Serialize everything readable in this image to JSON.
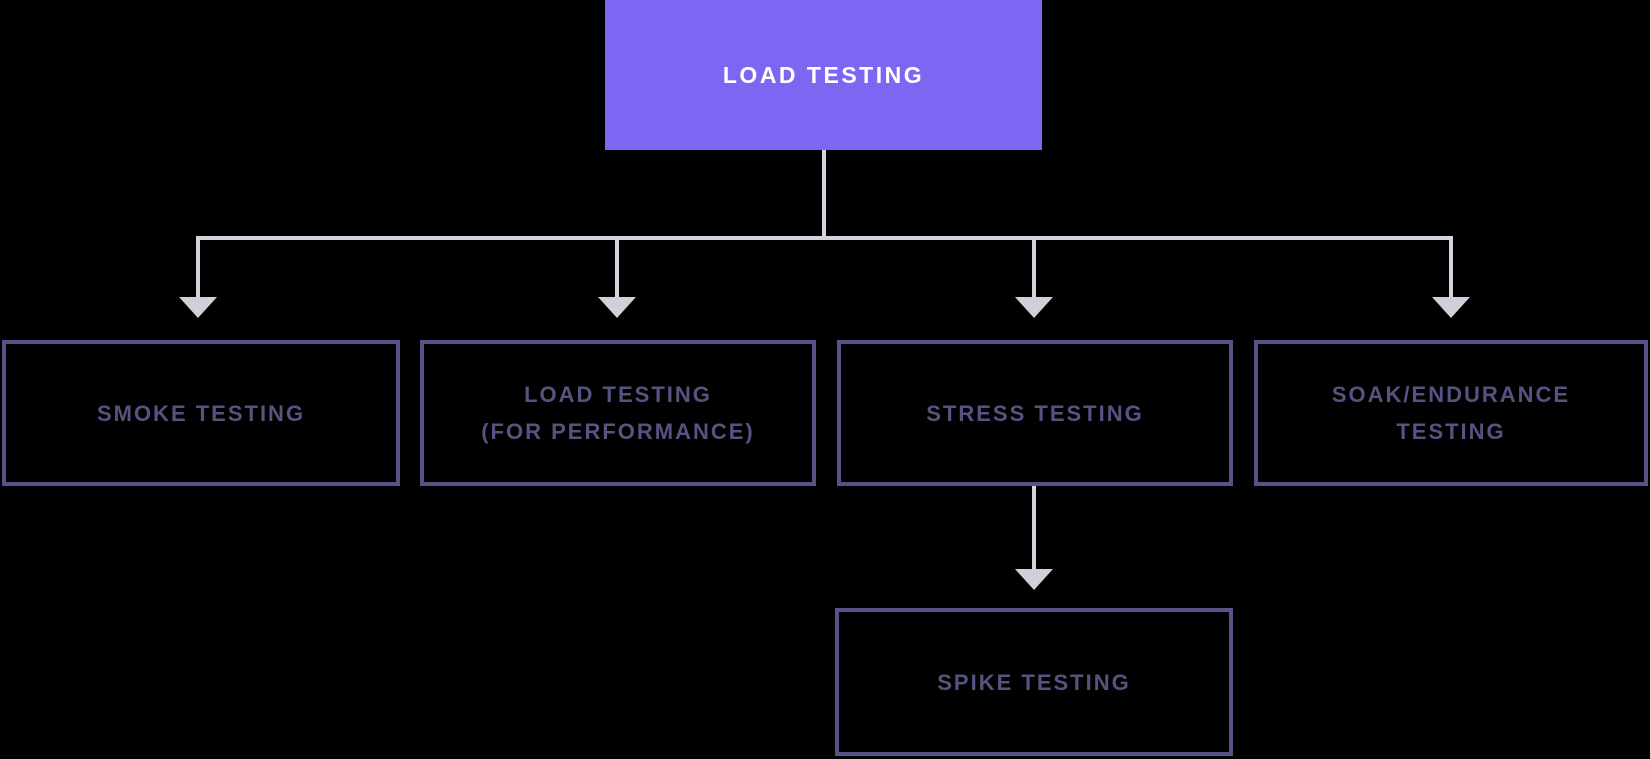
{
  "diagram": {
    "type": "tree-flowchart",
    "root": {
      "label": "LOAD TESTING"
    },
    "children": [
      {
        "id": "smoke",
        "label": "SMOKE TESTING"
      },
      {
        "id": "perf",
        "label": [
          "LOAD TESTING",
          "(FOR PERFORMANCE)"
        ]
      },
      {
        "id": "stress",
        "label": "STRESS TESTING"
      },
      {
        "id": "soak",
        "label": [
          "SOAK/ENDURANCE",
          "TESTING"
        ]
      }
    ],
    "grandchildren": [
      {
        "id": "spike",
        "label": "SPIKE TESTING",
        "parent": "stress"
      }
    ],
    "edges": [
      {
        "from": "LOAD TESTING",
        "to": "SMOKE TESTING"
      },
      {
        "from": "LOAD TESTING",
        "to": "LOAD TESTING (FOR PERFORMANCE)"
      },
      {
        "from": "LOAD TESTING",
        "to": "STRESS TESTING"
      },
      {
        "from": "LOAD TESTING",
        "to": "SOAK/ENDURANCE TESTING"
      },
      {
        "from": "STRESS TESTING",
        "to": "SPIKE TESTING"
      }
    ],
    "colors": {
      "background": "#000000",
      "root_box_fill": "#7c67f2",
      "root_text": "#ffffff",
      "node_border": "#565387",
      "node_text": "#555380",
      "connector_line": "#d4d3de",
      "arrowhead": "#d0cfda"
    }
  }
}
